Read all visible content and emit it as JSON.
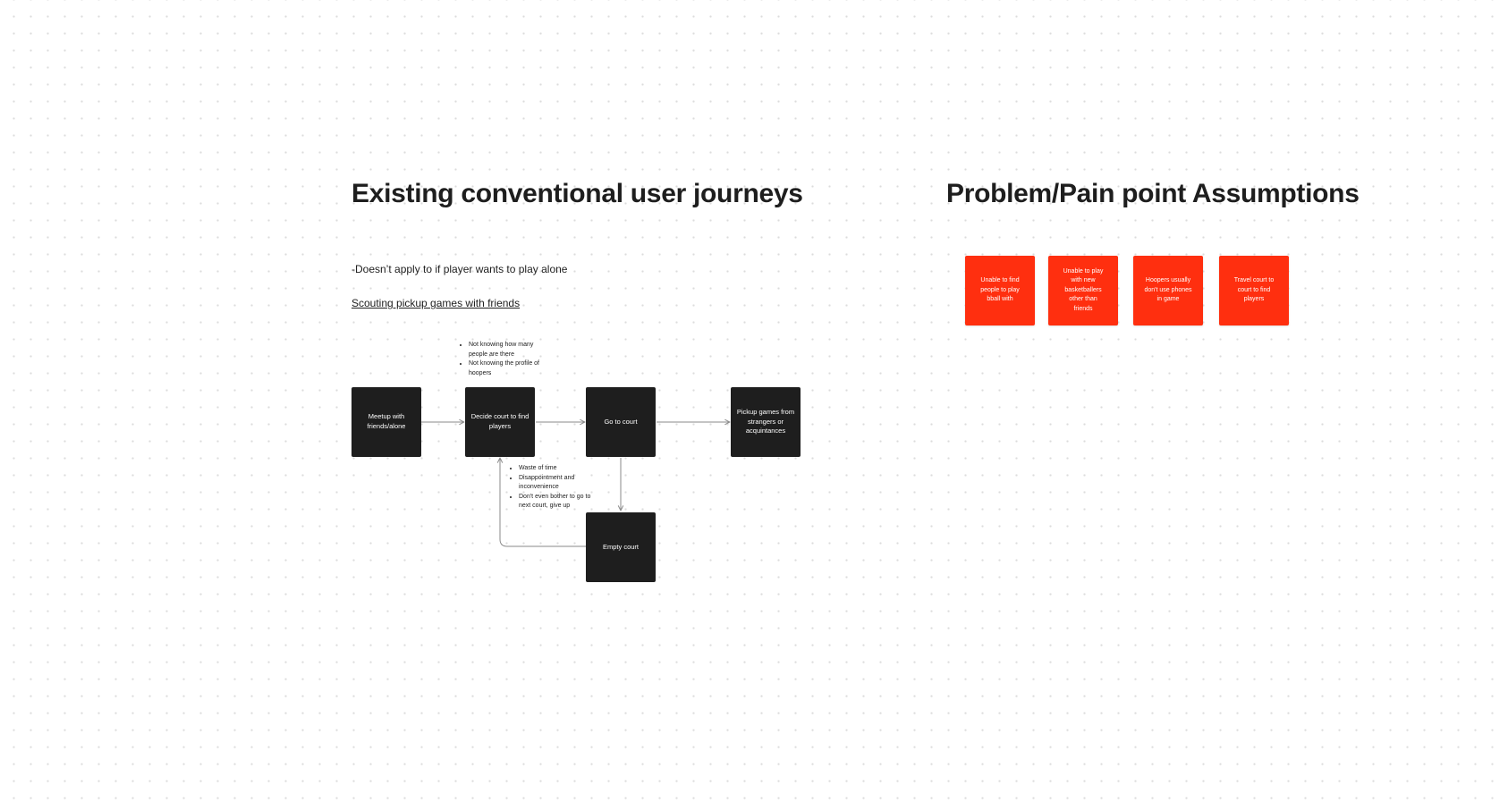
{
  "left_section": {
    "title": "Existing conventional user journeys",
    "note": "-Doesn’t apply to if player wants to play alone",
    "link_text": "Scouting pickup games with friends"
  },
  "right_section": {
    "title": "Problem/Pain point Assumptions"
  },
  "flow": {
    "nodes": {
      "meetup": "Meetup with friends/alone",
      "decide": "Decide court to find players",
      "go": "Go to court",
      "pickup": "Pickup games from strangers or acquintances",
      "empty": "Empty court"
    },
    "decide_notes": [
      "Not knowing how many people are there",
      "Not knowing the profile of hoopers"
    ],
    "empty_notes": [
      "Waste of time",
      "Disappointment and inconvenience",
      "Don't even bother to go to next court, give up"
    ]
  },
  "stickies": [
    "Unable to find people to play bball with",
    "Unable to play with new basketballers other than friends",
    "Hoopers usually don't use phones in game",
    "Travel court to court to find players"
  ],
  "colors": {
    "node": "#1e1e1e",
    "sticky": "#ff2f0f",
    "connector": "#8a8a8a",
    "canvas_dot": "#dcdcdc"
  }
}
